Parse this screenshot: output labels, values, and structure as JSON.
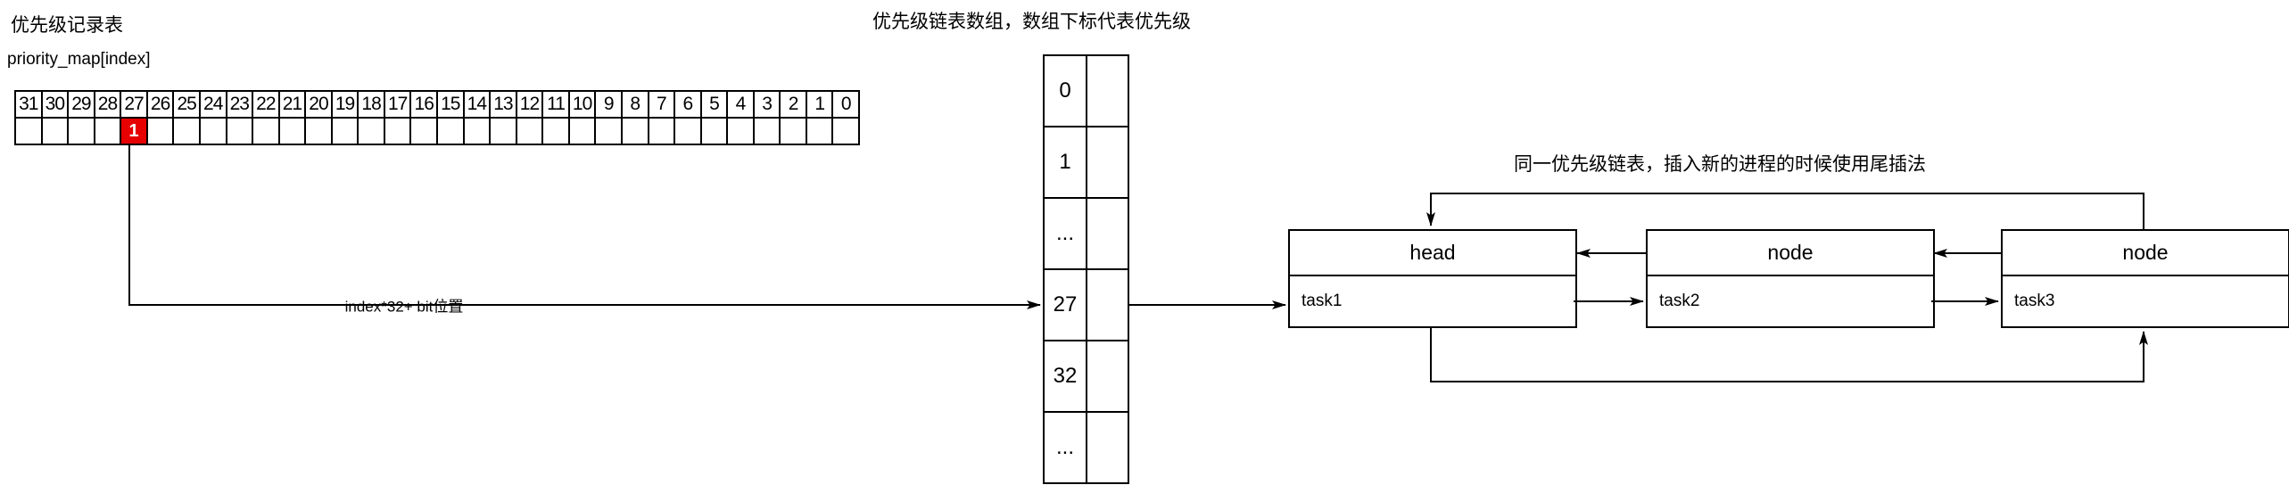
{
  "titles": {
    "bitmap_title": "优先级记录表",
    "bitmap_subtitle": "priority_map[index]",
    "array_title": "优先级链表数组，数组下标代表优先级",
    "list_annotation": "同一优先级链表，插入新的进程的时候使用尾插法"
  },
  "formula_label": "index*32+ bit位置",
  "bit_table": {
    "bits": [
      "31",
      "30",
      "29",
      "28",
      "27",
      "26",
      "25",
      "24",
      "23",
      "22",
      "21",
      "20",
      "19",
      "18",
      "17",
      "16",
      "15",
      "14",
      "13",
      "12",
      "11",
      "10",
      "9",
      "8",
      "7",
      "6",
      "5",
      "4",
      "3",
      "2",
      "1",
      "0"
    ],
    "highlighted_bit": "27",
    "highlighted_value": "1",
    "highlight_color": "#e60000"
  },
  "priority_array": {
    "rows": [
      "0",
      "1",
      "...",
      "27",
      "32",
      "..."
    ],
    "pointed_row": "27"
  },
  "linked_list": {
    "nodes": [
      {
        "title": "head",
        "task": "task1"
      },
      {
        "title": "node",
        "task": "task2"
      },
      {
        "title": "node",
        "task": "task3"
      }
    ]
  }
}
